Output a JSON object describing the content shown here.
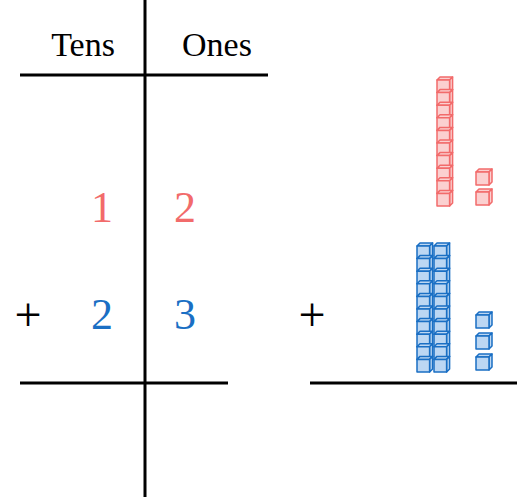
{
  "diagram": {
    "labels": [
      "Tens",
      "Ones",
      "1",
      "2",
      "+",
      "2",
      "3",
      "+"
    ]
  }
}
